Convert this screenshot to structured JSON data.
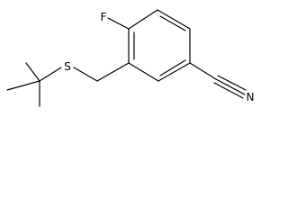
{
  "molecule": {
    "atoms": {
      "fluorine": "F",
      "sulfur": "S",
      "nitrogen": "N"
    }
  }
}
